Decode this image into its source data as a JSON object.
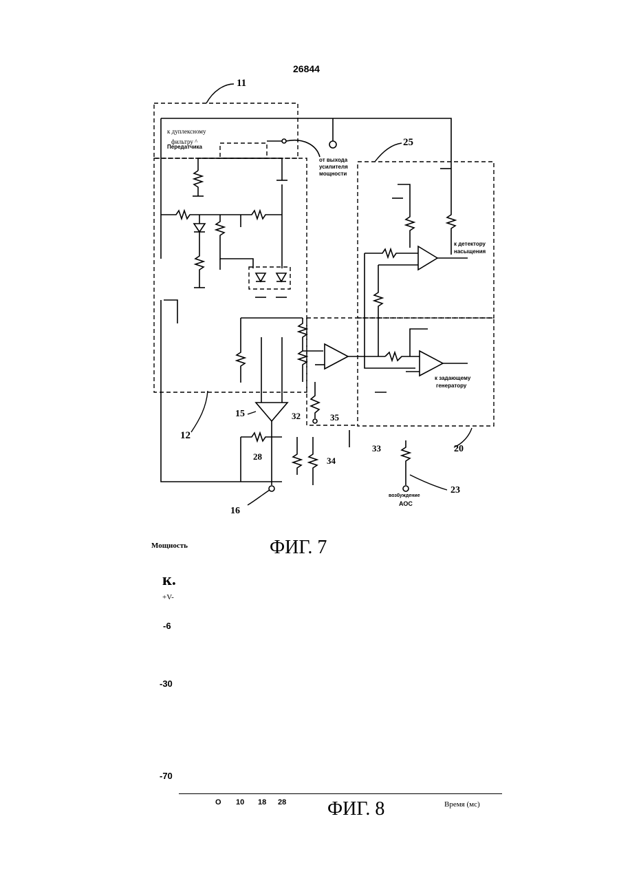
{
  "header": {
    "patent_number": "26844"
  },
  "figure7": {
    "caption": "ФИГ. 7",
    "refs": {
      "r11": "11",
      "r25": "25",
      "r12": "12",
      "r15": "15",
      "r32": "32",
      "r35": "35",
      "r33": "33",
      "r28": "28",
      "r34": "34",
      "r20": "20",
      "r23": "23",
      "r16": "16"
    },
    "labels": {
      "duplex_line1": "к дуплексному",
      "duplex_line2": "фильтру ^",
      "transmitter": "Передатчика",
      "amp_line1": "от выхода",
      "amp_line2": "усилителя",
      "amp_line3": "мощности",
      "det_line1": "к детектору",
      "det_line2": "насыщения",
      "gen_line1": "к задающему",
      "gen_line2": "генератору",
      "aoc_line1": "возбуждение",
      "aoc_line2": "АОС"
    }
  },
  "figure8": {
    "caption": "ФИГ. 8",
    "y_axis_title": "Мощность",
    "unit_line1": "к.",
    "unit_line2": "+V-",
    "y_ticks": [
      "-6",
      "-30",
      "-70"
    ],
    "x_ticks": [
      "O",
      "10",
      "18",
      "28"
    ],
    "x_axis_title": "Время (мс)"
  },
  "chart_data": {
    "type": "line",
    "title": "ФИГ. 8",
    "xlabel": "Время (мс)",
    "ylabel": "Мощность",
    "x_ticks": [
      "O",
      "10",
      "18",
      "28"
    ],
    "y_ticks": [
      "-6",
      "-30",
      "-70"
    ],
    "series": []
  }
}
